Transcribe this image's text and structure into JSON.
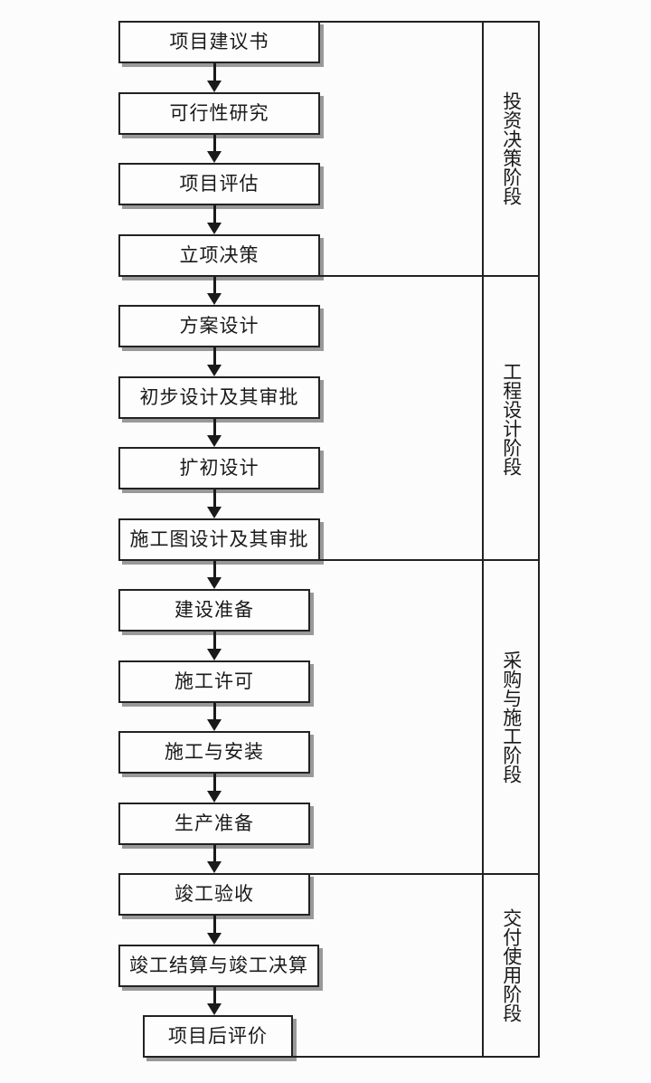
{
  "diagram": {
    "steps": [
      {
        "label": "项目建议书"
      },
      {
        "label": "可行性研究"
      },
      {
        "label": "项目评估"
      },
      {
        "label": "立项决策"
      },
      {
        "label": "方案设计"
      },
      {
        "label": "初步设计及其审批"
      },
      {
        "label": "扩初设计"
      },
      {
        "label": "施工图设计及其审批"
      },
      {
        "label": "建设准备"
      },
      {
        "label": "施工许可"
      },
      {
        "label": "施工与安装"
      },
      {
        "label": "生产准备"
      },
      {
        "label": "竣工验收"
      },
      {
        "label": "竣工结算与竣工决算"
      },
      {
        "label": "项目后评价"
      }
    ],
    "phases": [
      {
        "label": "投资决策阶段",
        "from_step": 1,
        "to_step": 4
      },
      {
        "label": "工程设计阶段",
        "from_step": 5,
        "to_step": 8
      },
      {
        "label": "采购与施工阶段",
        "from_step": 9,
        "to_step": 12
      },
      {
        "label": "交付使用阶段",
        "from_step": 13,
        "to_step": 15
      }
    ]
  },
  "colors": {
    "line": "#222222",
    "box_border": "#222222",
    "box_fill": "#fdfdfd",
    "box_shadow": "#999999",
    "text": "#1a1a1a",
    "background": "#fcfcfc"
  }
}
